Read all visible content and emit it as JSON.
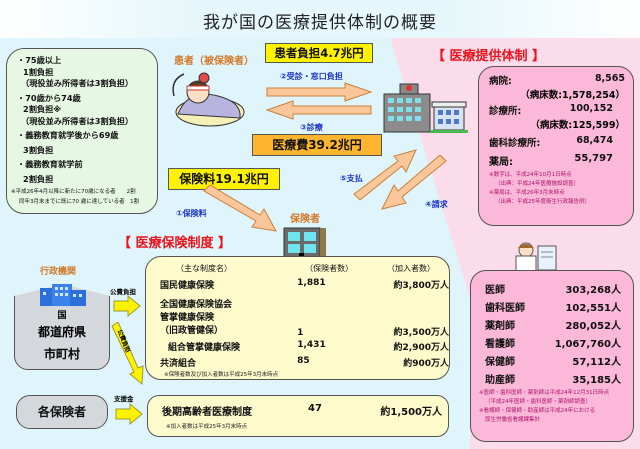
{
  "title": "我が国の医療提供体制の概要",
  "burden_box": {
    "items": [
      {
        "label": "・75歳以上",
        "lines": [
          "1割負担",
          "（現役並み所得者は3割負担）"
        ]
      },
      {
        "label": "・70歳から74歳",
        "lines": [
          "2割負担※",
          "（現役並み所得者は3割負担）"
        ]
      },
      {
        "label": "・義務教育就学後から69歳",
        "lines": [
          "3割負担"
        ]
      },
      {
        "label": "・義務教育就学前",
        "lines": [
          "2割負担"
        ]
      }
    ],
    "note_line1": "※平成26年4月以降に新たに70歳になる者　　2割",
    "note_line2": "同年3月末までに既に70 歳に達している者　1割"
  },
  "patient_label": "患者（被保険者）",
  "patient_burden": "患者負担4.7兆円",
  "flow": {
    "step2": "②受診・窓口負担",
    "step3": "③診療",
    "step1": "①保険料",
    "step5": "⑤支払",
    "step4": "④請求"
  },
  "medical_cost": "医療費39.2兆円",
  "premium": "保険料19.1兆円",
  "insurer_label": "保険者",
  "provision_heading": "【 医療提供体制 】",
  "insurance_heading": "【 医療保険制度 】",
  "facilities": {
    "hospitals_label": "病院:",
    "hospitals_value": "8,565",
    "hospital_beds": "（病床数:1,578,254）",
    "clinics_label": "診療所:",
    "clinics_value": "100,152",
    "clinic_beds": "（病床数:125,599）",
    "dental_label": "歯科診療所:",
    "dental_value": "68,474",
    "pharmacy_label": "薬局:",
    "pharmacy_value": "55,797",
    "note1": "※数字は、平成24年10月1日時点",
    "note2": "（出典：平成24年医療施設調査）",
    "note3": "※薬局は、平成26年3月末時点",
    "note4": "（出典：平成25年度衛生行政報告例）"
  },
  "insurance_table": {
    "headers": [
      "（主な制度名）",
      "（保険者数）",
      "（加入者数）"
    ],
    "rows": [
      {
        "name": "国民健康保険",
        "count": "1,881",
        "members": "約3,800万人"
      },
      {
        "name": "全国健康保険協会\n管掌健康保険\n（旧政管健保）",
        "count": "1",
        "members": "約3,500万人"
      },
      {
        "name": "組合管掌健康保険",
        "count": "1,431",
        "members": "約2,900万人"
      },
      {
        "name": "共済組合",
        "count": "85",
        "members": "約900万人"
      }
    ],
    "note": "※保険者数及び加入者数は平成25年3月末時点"
  },
  "elderly": {
    "name": "後期高齢者医療制度",
    "count": "47",
    "members": "約1,500万人",
    "note": "※加入者数は平成25年3月末時点"
  },
  "government": {
    "label": "行政機関",
    "lines": [
      "国",
      "都道府県",
      "市町村"
    ]
  },
  "public_burden_1": "公費負担",
  "public_burden_2": "公費負担",
  "support": "支援金",
  "each_insurer": "各保険者",
  "professionals": {
    "rows": [
      {
        "label": "医師",
        "value": "303,268人"
      },
      {
        "label": "歯科医師",
        "value": "102,551人"
      },
      {
        "label": "薬剤師",
        "value": "280,052人"
      },
      {
        "label": "看護師",
        "value": "1,067,760人"
      },
      {
        "label": "保健師",
        "value": "57,112人"
      },
      {
        "label": "助産師",
        "value": "35,185人"
      }
    ],
    "note1": "※医師・歯科医師・薬剤師は平成24年12月31日時点",
    "note2": "（平成24年医師・歯科医師・薬剤師調査）",
    "note3": "※看護師・保健師・助産師は平成24年における",
    "note4": "厚生労働省看護課集計"
  },
  "colors": {
    "yellow": "#fff200",
    "orange": "#ffb52e",
    "red": "#e8141e",
    "blue": "#1c35c4",
    "pink": "#fbb8d8",
    "cream": "#fdfbcc",
    "mint": "#e6f8e3"
  }
}
